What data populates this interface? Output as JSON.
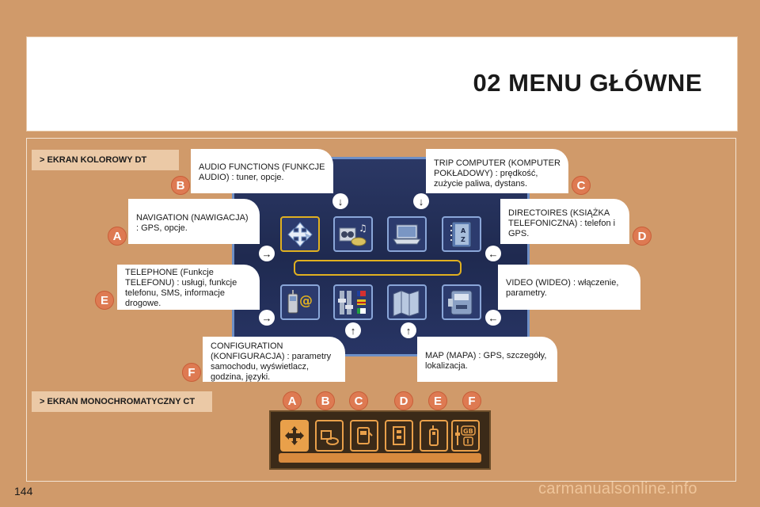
{
  "title": "02 MENU GŁÓWNE",
  "sections": {
    "color_screen": "> EKRAN KOLOROWY DT",
    "mono_screen": "> EKRAN MONOCHROMATYCZNY CT"
  },
  "callouts": {
    "audio": "AUDIO FUNCTIONS (FUNKCJE AUDIO) : tuner, opcje.",
    "trip": "TRIP COMPUTER (KOMPUTER POKŁADOWY) : prędkość, zużycie paliwa, dystans.",
    "navigation": "NAVIGATION (NAWIGACJA) : GPS, opcje.",
    "directories": "DIRECTOIRES (KSIĄŻKA TELEFONICZNA) : telefon i GPS.",
    "telephone": "TELEPHONE (Funkcje TELEFONU) : usługi, funkcje telefonu, SMS, informacje drogowe.",
    "video": "VIDEO (WIDEO) : włączenie, parametry.",
    "configuration": "CONFIGURATION (KONFIGURACJA) : parametry samochodu, wyświetlacz, godzina, języki.",
    "map": "MAP (MAPA) : GPS, szczegóły, lokalizacja."
  },
  "badges": {
    "a": "A",
    "b": "B",
    "c": "C",
    "d": "D",
    "e": "E",
    "f": "F"
  },
  "icons": {
    "at": "@",
    "az_a": "A",
    "az_z": "Z",
    "gb": "GB",
    "i": "I"
  },
  "arrow_glyphs": {
    "down": "↓",
    "up": "↑",
    "right": "→",
    "left": "←"
  },
  "page_number": "144",
  "watermark": "carmanualsonline.info",
  "colors": {
    "background": "#d09a6a",
    "badge": "#de7a52",
    "screen": "#233060",
    "highlight": "#e0b020",
    "mono_accent": "#e9a04a"
  }
}
